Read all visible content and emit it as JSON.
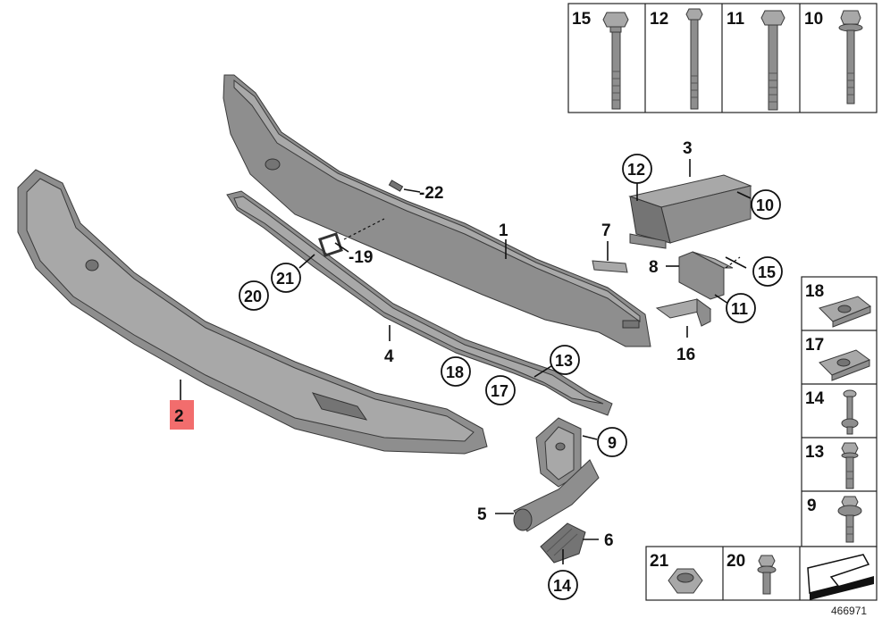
{
  "diagram_id": "466971",
  "callouts": {
    "c1": "1",
    "c2": "2",
    "c3": "3",
    "c4": "4",
    "c5": "5",
    "c6": "6",
    "c7": "7",
    "c8": "8",
    "c9": "9",
    "c10": "10",
    "c11": "11",
    "c12": "12",
    "c13": "13",
    "c14": "14",
    "c15": "15",
    "c16": "16",
    "c17": "17",
    "c18": "18",
    "c19": "-19",
    "c20": "20",
    "c21": "21",
    "c22": "-22"
  },
  "fastener_boxes": {
    "top": [
      "15",
      "12",
      "11",
      "10"
    ],
    "side": [
      "18",
      "17",
      "14",
      "13",
      "9"
    ],
    "bottom": [
      "21",
      "20"
    ]
  },
  "colors": {
    "highlight": "#f26d6d",
    "part": "#8e8e8e",
    "outline": "#3a3a3a"
  },
  "icons": [
    "bolt-icon",
    "nut-icon",
    "clip-nut-icon",
    "navigation-arrow-icon"
  ]
}
